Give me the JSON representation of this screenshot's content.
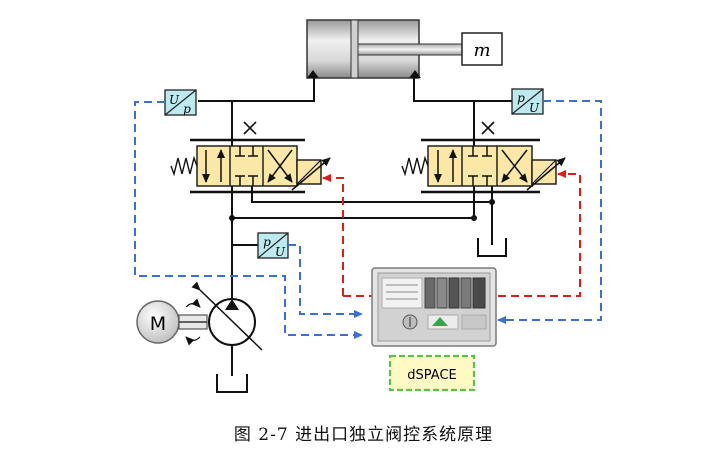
{
  "cylinder": {
    "mass_label": "m"
  },
  "sensors": {
    "left": {
      "top": "U",
      "bottom": "p"
    },
    "right": {
      "top": "p",
      "bottom": "U"
    },
    "pump": {
      "top": "p",
      "bottom": "U"
    }
  },
  "motor": {
    "label": "M"
  },
  "controller": {
    "label": "dSPACE"
  },
  "caption": "图 2-7  进出口独立阀控系统原理",
  "colors": {
    "valve_fill": "#fbe7a6",
    "sensor_fill": "#bde9f0",
    "control_signal": "#e01b1b",
    "feedback_signal": "#3b6fd1",
    "controller_border": "#5cc14a",
    "controller_fill": "#fff9c4"
  },
  "icons": [
    "motor-icon",
    "pump-icon",
    "tank-icon",
    "spring-icon",
    "solenoid-icon",
    "cylinder-icon"
  ]
}
